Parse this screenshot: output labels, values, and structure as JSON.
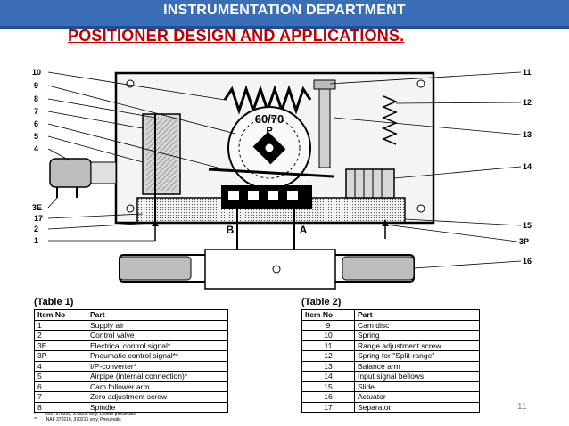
{
  "banner": {
    "title": "INSTRUMENTATION DEPARTMENT"
  },
  "subtitle": "POSITIONER DESIGN AND APPLICATIONS.",
  "diagram": {
    "dial_label": "60/70",
    "dial_letter": "P",
    "port_a": "A",
    "port_b": "B",
    "callouts_left": [
      "10",
      "9",
      "8",
      "7",
      "6",
      "5",
      "4",
      "3E",
      "17",
      "2",
      "1"
    ],
    "callouts_right": [
      "11",
      "12",
      "13",
      "14",
      "15",
      "3P",
      "16"
    ]
  },
  "table1": {
    "title": "(Table 1)",
    "headers": [
      "Item No",
      "Part"
    ],
    "rows": [
      [
        "1",
        "Supply air"
      ],
      [
        "2",
        "Control valve"
      ],
      [
        "3E",
        "Electrical control signal*"
      ],
      [
        "3P",
        "Pneumatic control signal**"
      ],
      [
        "4",
        "I/P-converter*"
      ],
      [
        "5",
        "Airpipe (internal connection)*"
      ],
      [
        "6",
        "Cam follower arm"
      ],
      [
        "7",
        "Zero adjustment screw"
      ],
      [
        "8",
        "Spindle"
      ]
    ]
  },
  "table2": {
    "title": "(Table 2)",
    "headers": [
      "Item No",
      "Part"
    ],
    "rows": [
      [
        "9",
        "Cam disc"
      ],
      [
        "10",
        "Spring"
      ],
      [
        "11",
        "Range adjustment screw"
      ],
      [
        "12",
        "Spring for \"Split-range\""
      ],
      [
        "13",
        "Balance arm"
      ],
      [
        "14",
        "Input signal bellows"
      ],
      [
        "15",
        "Slide"
      ],
      [
        "16",
        "Actuator"
      ],
      [
        "17",
        "Separator"
      ]
    ]
  },
  "footnotes": [
    {
      "mark": "*",
      "text": "NAF 370300, 370505 only, Electro-pneumatic"
    },
    {
      "mark": "**",
      "text": "NAF 370210, 370215 only, Pneumatic"
    }
  ],
  "page_number": "11",
  "colors": {
    "banner": "#3a6fb7",
    "subtitle": "#c00000"
  }
}
